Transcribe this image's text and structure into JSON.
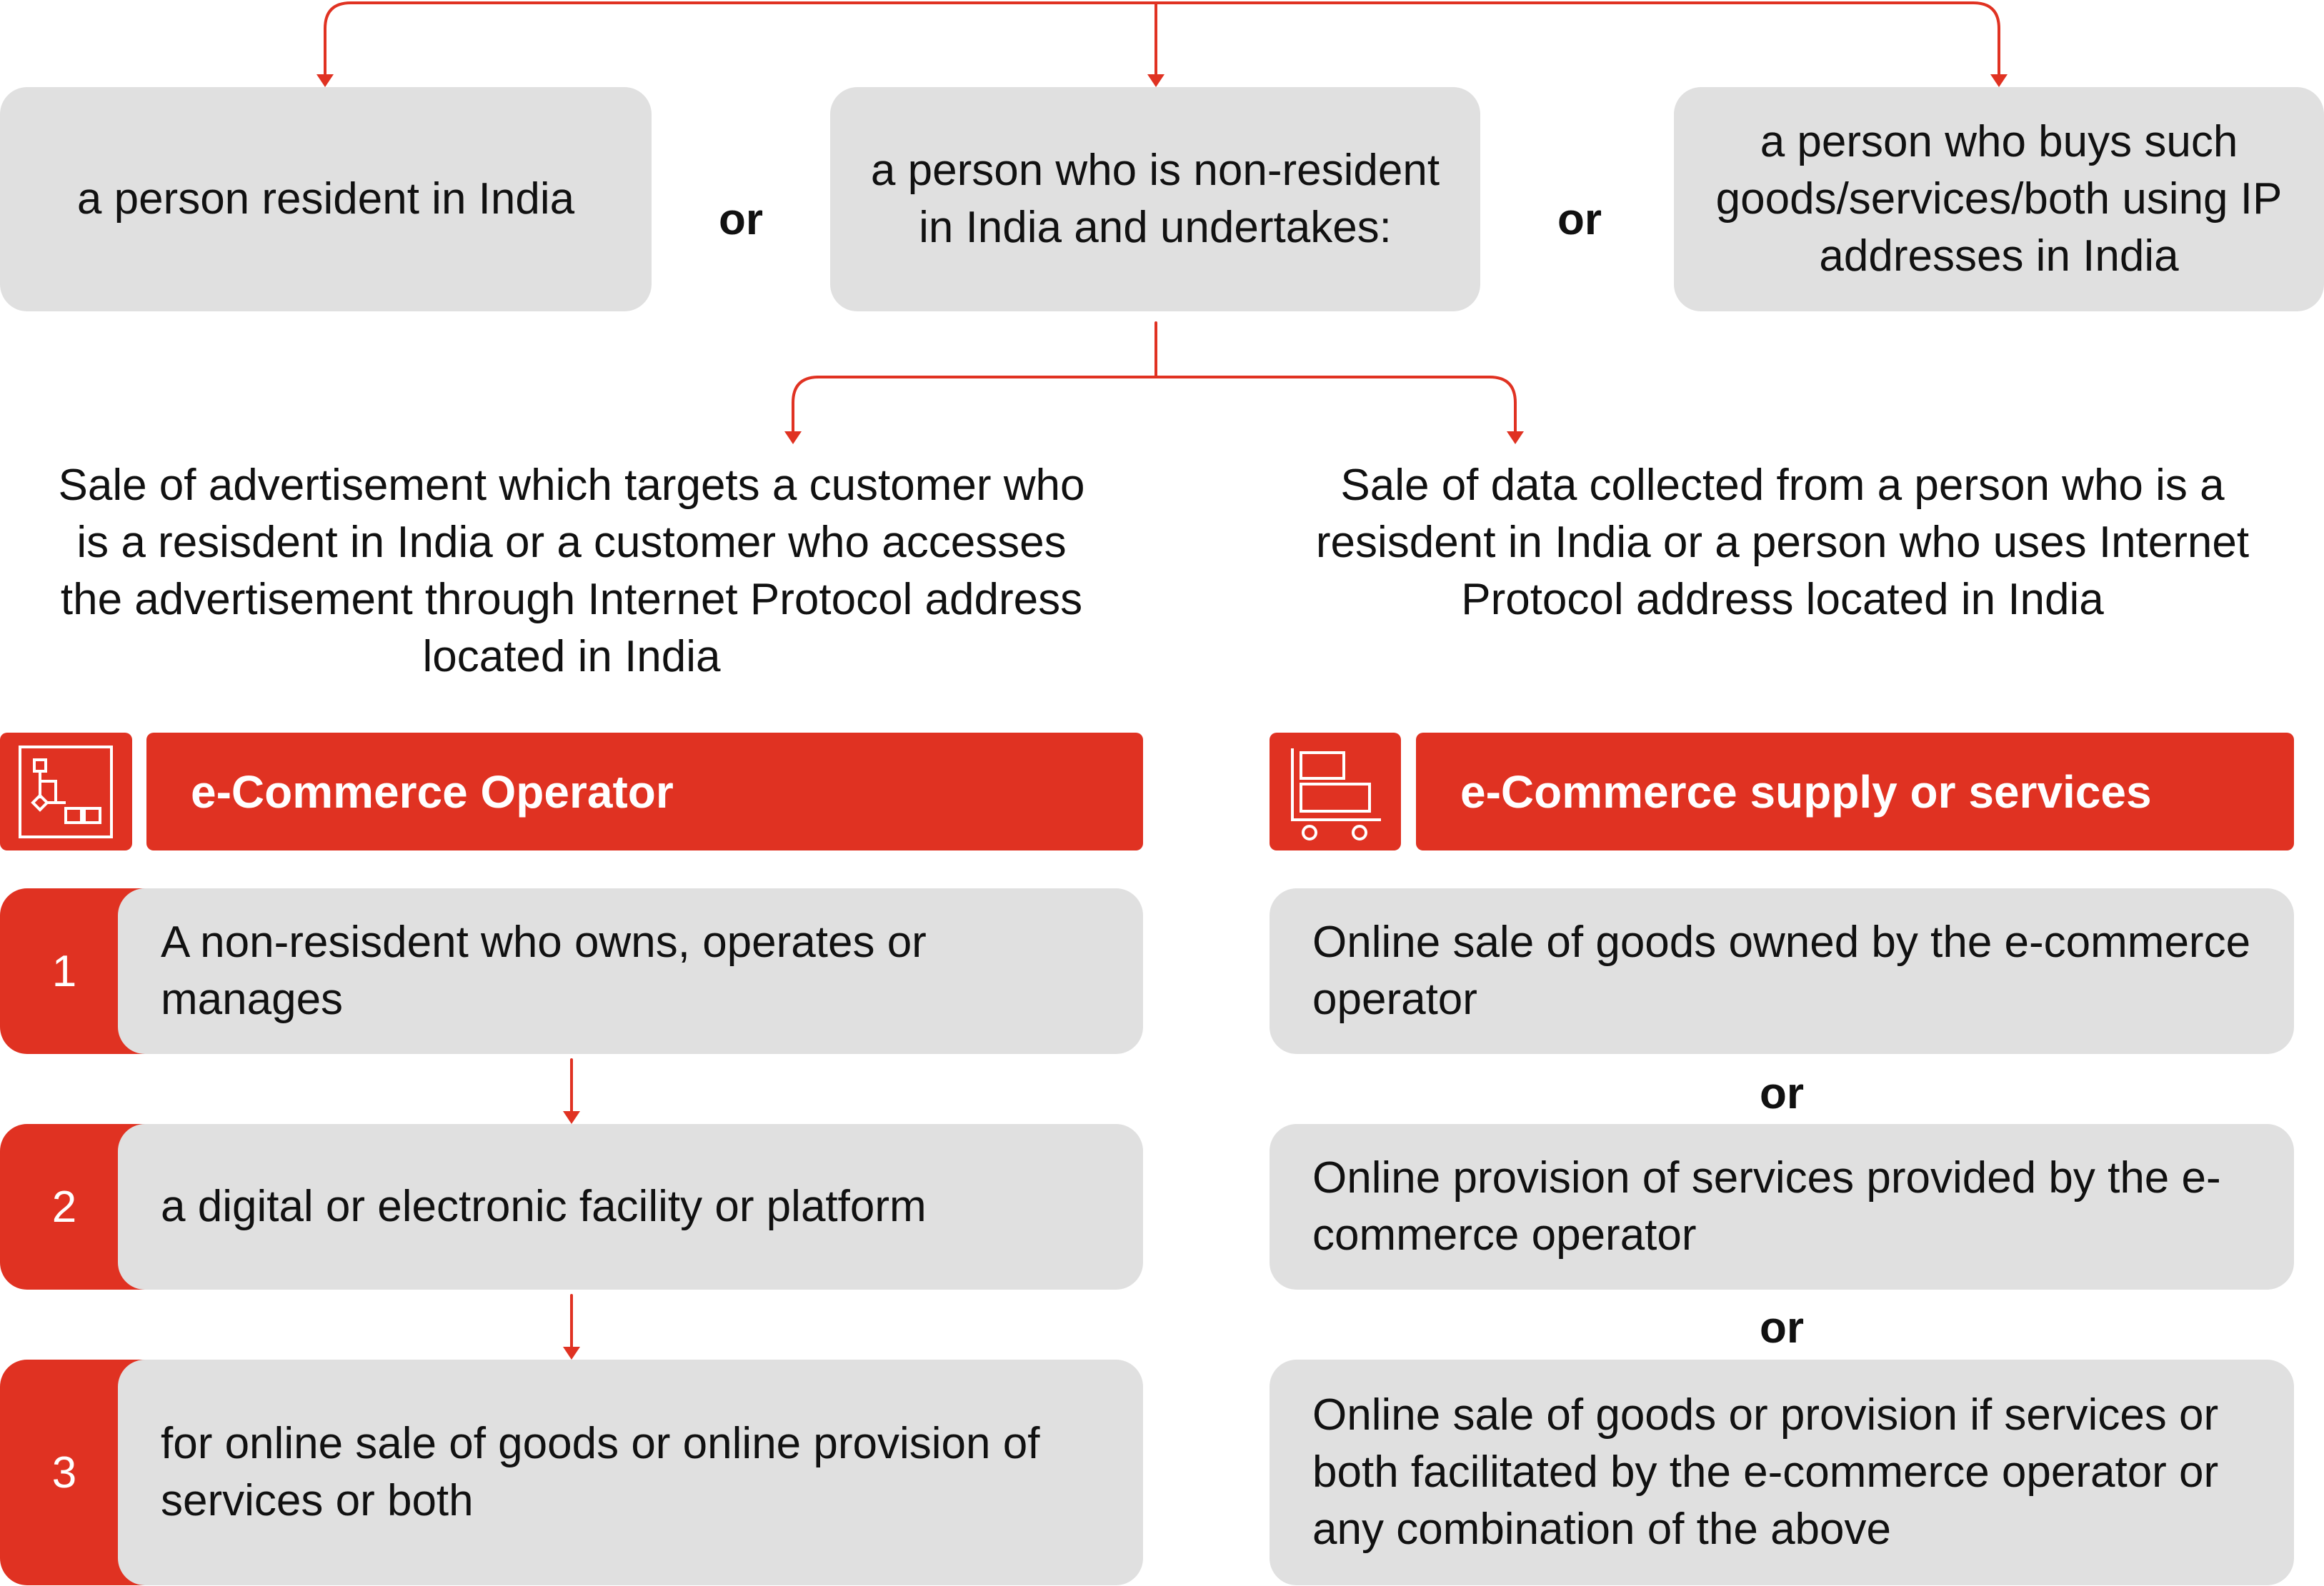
{
  "colors": {
    "accent": "#e03222",
    "box_fill": "#e0e0e0",
    "text": "#111111",
    "connector": "#e03222"
  },
  "top_boxes": [
    {
      "text": "a person resident in India"
    },
    {
      "text": "a person who is non-resident in India and undertakes:"
    },
    {
      "text": "a person who buys such goods/services/both using IP addresses in India"
    }
  ],
  "or_label": "or",
  "descriptions": {
    "advertisement": "Sale of advertisement which targets a customer who is a resisdent in India or a customer who accesses the advertisement through Internet Protocol address located in India",
    "data": "Sale of data collected from a person who is a resisdent in India or a person who uses Internet Protocol address located in India"
  },
  "operator": {
    "icon": "flowchart-icon",
    "title": "e-Commerce Operator",
    "steps": [
      {
        "number": "1",
        "text": "A non-resisdent who owns, operates or manages"
      },
      {
        "number": "2",
        "text": "a digital or electronic facility or platform"
      },
      {
        "number": "3",
        "text": "for online sale of goods or online provision of services or both"
      }
    ]
  },
  "supply": {
    "icon": "cart-icon",
    "title": "e-Commerce supply or services",
    "options": [
      {
        "text": "Online sale of goods owned by the e-commerce operator"
      },
      {
        "text": "Online provision of services provided by the e-commerce operator"
      },
      {
        "text": "Online sale of goods or provision if services or both facilitated by the e-commerce operator or any combination of the above"
      }
    ]
  }
}
